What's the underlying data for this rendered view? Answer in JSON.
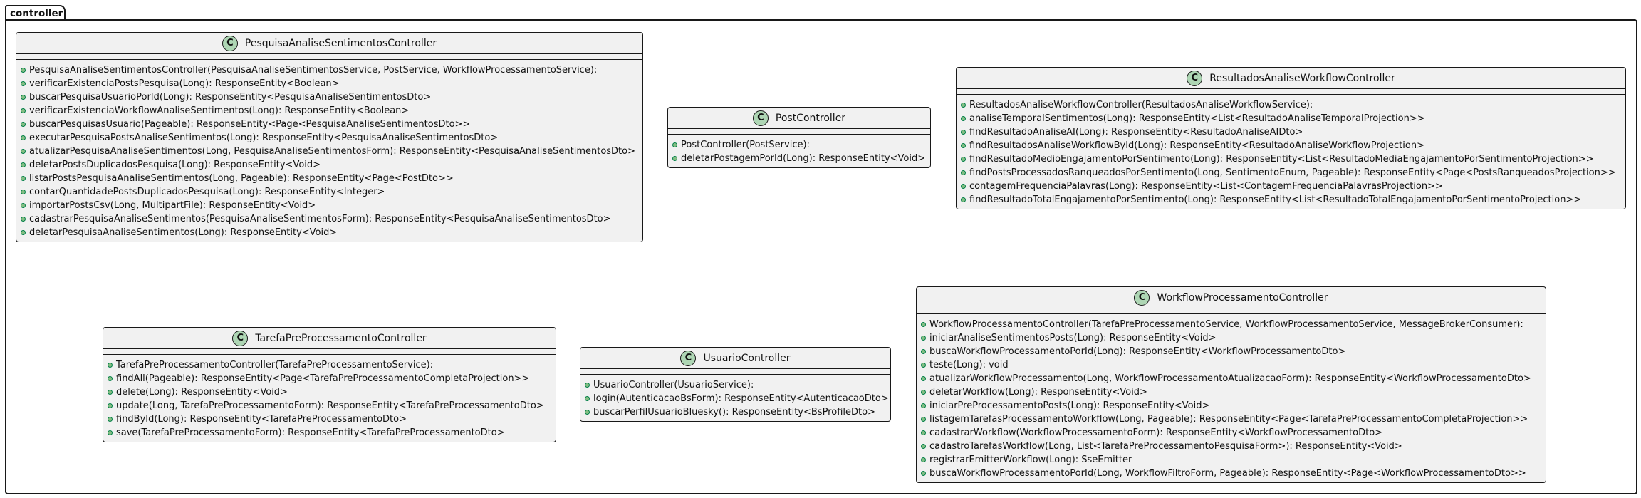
{
  "package": {
    "name": "controller"
  },
  "classes": [
    {
      "id": "pesquisa",
      "name": "PesquisaAnaliseSentimentosController",
      "stereotype_letter": "C",
      "methods": [
        "PesquisaAnaliseSentimentosController(PesquisaAnaliseSentimentosService, PostService, WorkflowProcessamentoService):",
        "verificarExistenciaPostsPesquisa(Long): ResponseEntity<Boolean>",
        "buscarPesquisaUsuarioPorId(Long): ResponseEntity<PesquisaAnaliseSentimentosDto>",
        "verificarExistenciaWorkflowAnaliseSentimentos(Long): ResponseEntity<Boolean>",
        "buscarPesquisasUsuario(Pageable): ResponseEntity<Page<PesquisaAnaliseSentimentosDto>>",
        "executarPesquisaPostsAnaliseSentimentos(Long): ResponseEntity<PesquisaAnaliseSentimentosDto>",
        "atualizarPesquisaAnaliseSentimentos(Long, PesquisaAnaliseSentimentosForm): ResponseEntity<PesquisaAnaliseSentimentosDto>",
        "deletarPostsDuplicadosPesquisa(Long): ResponseEntity<Void>",
        "listarPostsPesquisaAnaliseSentimentos(Long, Pageable): ResponseEntity<Page<PostDto>>",
        "contarQuantidadePostsDuplicadosPesquisa(Long): ResponseEntity<Integer>",
        "importarPostsCsv(Long, MultipartFile): ResponseEntity<Void>",
        "cadastrarPesquisaAnaliseSentimentos(PesquisaAnaliseSentimentosForm): ResponseEntity<PesquisaAnaliseSentimentosDto>",
        "deletarPesquisaAnaliseSentimentos(Long): ResponseEntity<Void>"
      ]
    },
    {
      "id": "post",
      "name": "PostController",
      "stereotype_letter": "C",
      "methods": [
        "PostController(PostService):",
        "deletarPostagemPorId(Long): ResponseEntity<Void>"
      ]
    },
    {
      "id": "resultados",
      "name": "ResultadosAnaliseWorkflowController",
      "stereotype_letter": "C",
      "methods": [
        "ResultadosAnaliseWorkflowController(ResultadosAnaliseWorkflowService):",
        "analiseTemporalSentimentos(Long): ResponseEntity<List<ResultadoAnaliseTemporalProjection>>",
        "findResultadoAnaliseAI(Long): ResponseEntity<ResultadoAnaliseAIDto>",
        "findResultadosAnaliseWorkflowById(Long): ResponseEntity<ResultadoAnaliseWorkflowProjection>",
        "findResultadoMedioEngajamentoPorSentimento(Long): ResponseEntity<List<ResultadoMediaEngajamentoPorSentimentoProjection>>",
        "findPostsProcessadosRanqueadosPorSentimento(Long, SentimentoEnum, Pageable): ResponseEntity<Page<PostsRanqueadosProjection>>",
        "contagemFrequenciaPalavras(Long): ResponseEntity<List<ContagemFrequenciaPalavrasProjection>>",
        "findResultadoTotalEngajamentoPorSentimento(Long): ResponseEntity<List<ResultadoTotalEngajamentoPorSentimentoProjection>>"
      ]
    },
    {
      "id": "tarefa",
      "name": "TarefaPreProcessamentoController",
      "stereotype_letter": "C",
      "methods": [
        "TarefaPreProcessamentoController(TarefaPreProcessamentoService):",
        "findAll(Pageable): ResponseEntity<Page<TarefaPreProcessamentoCompletaProjection>>",
        "delete(Long): ResponseEntity<Void>",
        "update(Long, TarefaPreProcessamentoForm): ResponseEntity<TarefaPreProcessamentoDto>",
        "findById(Long): ResponseEntity<TarefaPreProcessamentoDto>",
        "save(TarefaPreProcessamentoForm): ResponseEntity<TarefaPreProcessamentoDto>"
      ]
    },
    {
      "id": "usuario",
      "name": "UsuarioController",
      "stereotype_letter": "C",
      "methods": [
        "UsuarioController(UsuarioService):",
        "login(AutenticacaoBsForm): ResponseEntity<AutenticacaoDto>",
        "buscarPerfilUsuarioBluesky(): ResponseEntity<BsProfileDto>"
      ]
    },
    {
      "id": "workflow",
      "name": "WorkflowProcessamentoController",
      "stereotype_letter": "C",
      "methods": [
        "WorkflowProcessamentoController(TarefaPreProcessamentoService, WorkflowProcessamentoService, MessageBrokerConsumer):",
        "iniciarAnaliseSentimentosPosts(Long): ResponseEntity<Void>",
        "buscaWorkflowProcessamentoPorId(Long): ResponseEntity<WorkflowProcessamentoDto>",
        "teste(Long): void",
        "atualizarWorkflowProcessamento(Long, WorkflowProcessamentoAtualizacaoForm): ResponseEntity<WorkflowProcessamentoDto>",
        "deletarWorkflow(Long): ResponseEntity<Void>",
        "iniciarPreProcessamentoPosts(Long): ResponseEntity<Void>",
        "listagemTarefasProcessamentoWorkflow(Long, Pageable): ResponseEntity<Page<TarefaPreProcessamentoCompletaProjection>>",
        "cadastrarWorkflow(WorkflowProcessamentoForm): ResponseEntity<WorkflowProcessamentoDto>",
        "cadastroTarefasWorkflow(Long, List<TarefaPreProcessamentoPesquisaForm>): ResponseEntity<Void>",
        "registrarEmitterWorkflow(Long): SseEmitter",
        "buscaWorkflowProcessamentoPorId(Long, WorkflowFiltroForm, Pageable): ResponseEntity<Page<WorkflowProcessamentoDto>>"
      ]
    }
  ]
}
